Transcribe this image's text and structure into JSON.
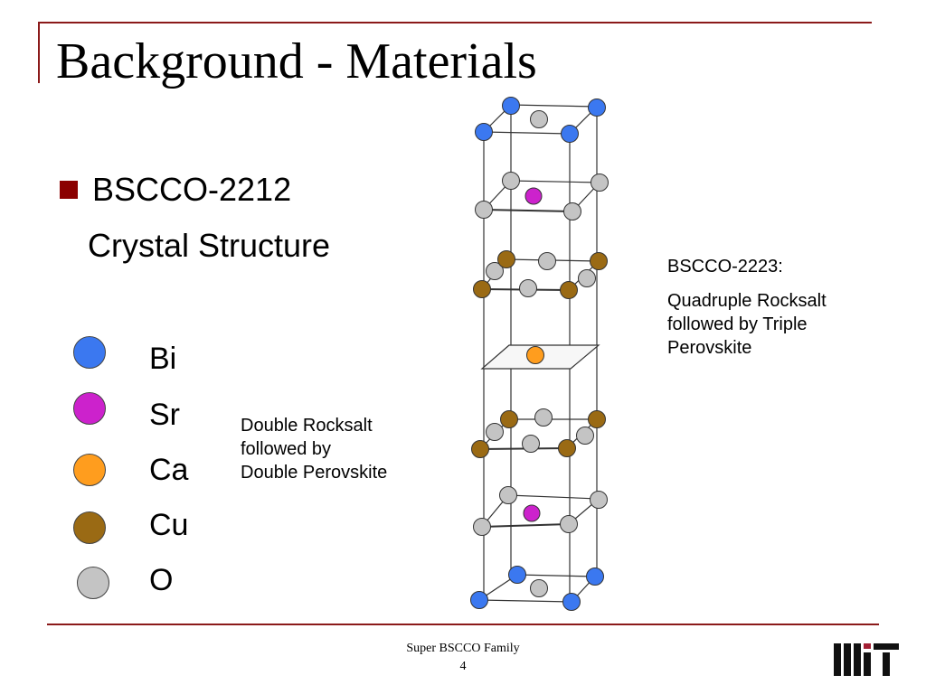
{
  "slide": {
    "title": "Background - Materials",
    "bullet_line1": "BSCCO-2212",
    "bullet_line2": "Crystal Structure"
  },
  "legend": [
    {
      "label": "Bi",
      "color": "#3b78f0"
    },
    {
      "label": "Sr",
      "color": "#cc22cc"
    },
    {
      "label": "Ca",
      "color": "#ff9d1e"
    },
    {
      "label": "Cu",
      "color": "#9a6a14"
    },
    {
      "label": "O",
      "color": "#c4c4c4"
    }
  ],
  "notes": {
    "left": [
      "Double Rocksalt",
      "followed by",
      "Double Perovskite"
    ],
    "right_heading": "BSCCO-2223:",
    "right": [
      "Quadruple Rocksalt",
      "followed by Triple",
      "Perovskite"
    ]
  },
  "footer": {
    "text": "Super BSCCO Family",
    "page": "4"
  },
  "colors": {
    "accent": "#8b1a1a",
    "bullet": "#8b0000"
  },
  "logo_icon": "mit-logo-icon"
}
